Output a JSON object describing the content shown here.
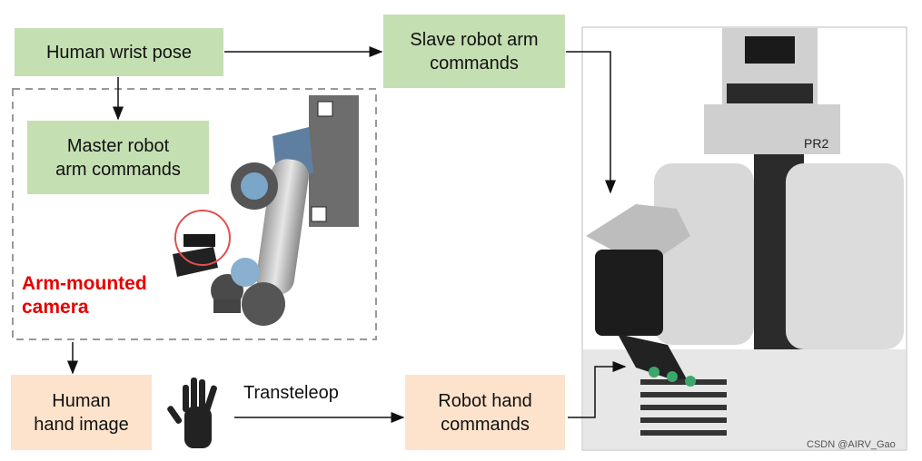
{
  "boxes": {
    "human_wrist_pose": "Human wrist pose",
    "slave_arm": [
      "Slave robot arm",
      "commands"
    ],
    "master_arm": [
      "Master robot",
      "arm commands"
    ],
    "human_hand_image": [
      "Human",
      "hand image"
    ],
    "robot_hand": [
      "Robot hand",
      "commands"
    ]
  },
  "labels": {
    "arm_camera": [
      "Arm-mounted",
      "camera"
    ],
    "transteleop": "Transteleop",
    "robot_model": "PR2",
    "watermark": "CSDN @AIRV_Gao"
  },
  "colors": {
    "green_box": "#c4dfb2",
    "peach_box": "#fde3cb",
    "highlight_red": "#e60000"
  }
}
